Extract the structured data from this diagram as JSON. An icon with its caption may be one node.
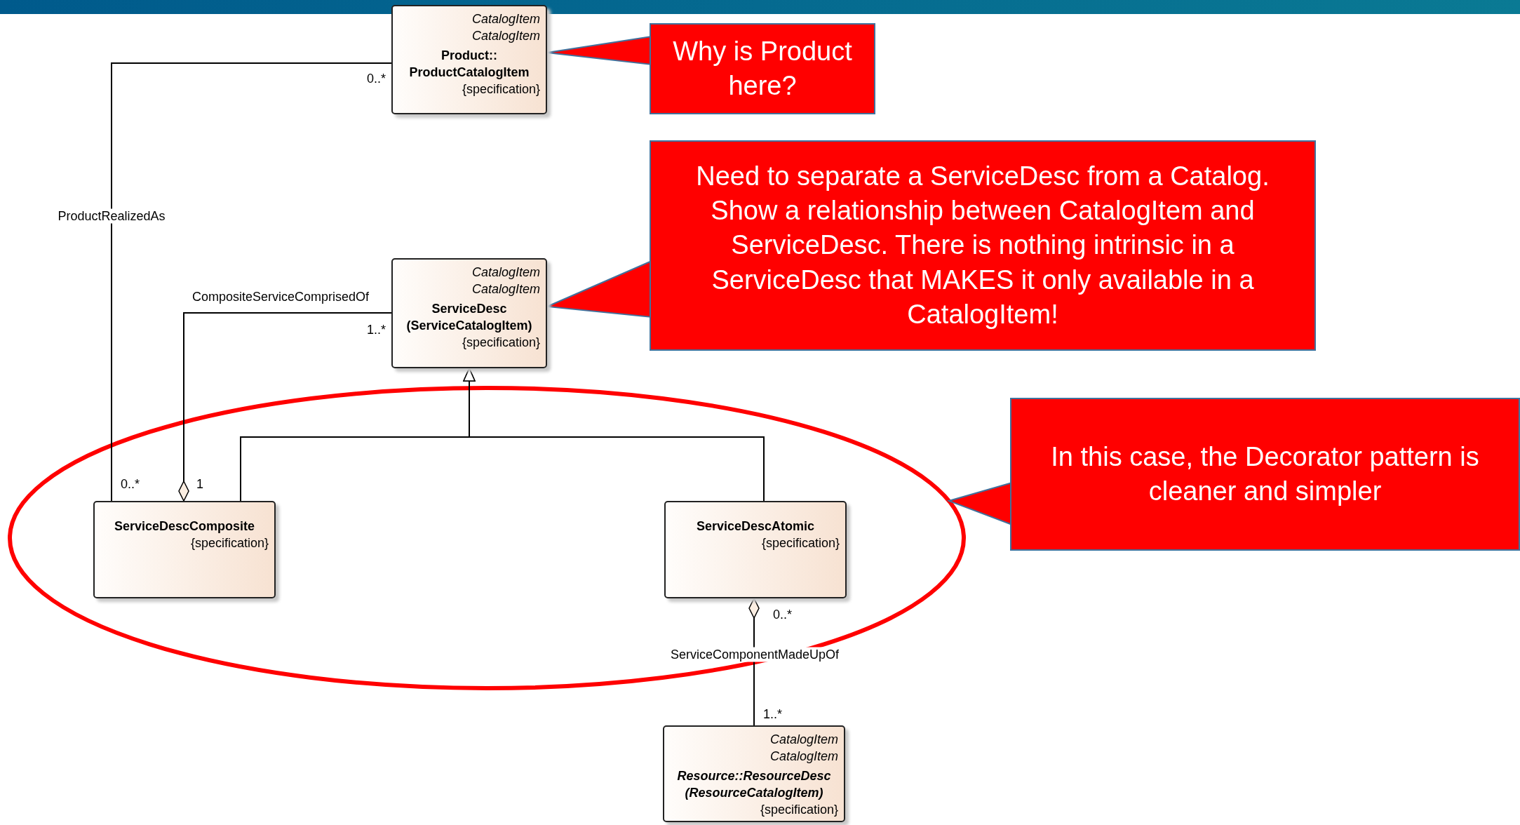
{
  "diagram": {
    "nodes": [
      {
        "text": [
          "CatalogItem",
          "CatalogItem",
          "Product:: ProductCatalogItem",
          "{specification}"
        ]
      },
      {
        "text": [
          "CatalogItem",
          "CatalogItem",
          "ServiceDesc (ServiceCatalogItem)",
          "{specification}"
        ]
      },
      {
        "text": [
          "ServiceDescComposite",
          "{specification}"
        ],
        "in": 8
      },
      {
        "text": [
          "ServiceDescAtomic",
          "{specification}"
        ],
        "in": 8
      },
      {
        "text": [
          "CatalogItem",
          "CatalogItem",
          "Resource::ResourceDesc (ResourceCatalogItem)",
          "{specification}"
        ]
      },
      {
        "text": [
          "Why is Product here?"
        ]
      },
      {
        "text": [
          "Need to separate a ServiceDesc from a Catalog. Show a relationship between CatalogItem and ServiceDesc. There is nothing intrinsic in a ServiceDesc that MAKES it only available in a CatalogItem!"
        ]
      },
      {
        "text": [
          "In this case, the Decorator pattern is cleaner and simpler"
        ]
      },
      {
        "text": [],
        "shape": "ellipse"
      }
    ],
    "edges": [
      {
        "from": 2,
        "to": 0,
        "arrow": "none",
        "label": "ProductRealizedAs"
      },
      {
        "from": 2,
        "to": 1,
        "arrow": "other",
        "label": "CompositeServiceComprisedOf"
      },
      {
        "from": 2,
        "to": 1,
        "arrow": "to"
      },
      {
        "from": 3,
        "to": 1,
        "arrow": "to"
      },
      {
        "from": 3,
        "to": 4,
        "arrow": "other",
        "label": "ServiceComponentMadeUpOf"
      },
      {
        "from": 5,
        "to": 0,
        "arrow": "to",
        "color": "#ff0000"
      },
      {
        "from": 6,
        "to": 1,
        "arrow": "to",
        "color": "#ff0000"
      },
      {
        "from": 7,
        "to": 8,
        "arrow": "to",
        "color": "#ff0000"
      }
    ],
    "labels": [
      "0..*",
      "1..*",
      "0..*",
      "1",
      "0..*",
      "1..*"
    ]
  }
}
